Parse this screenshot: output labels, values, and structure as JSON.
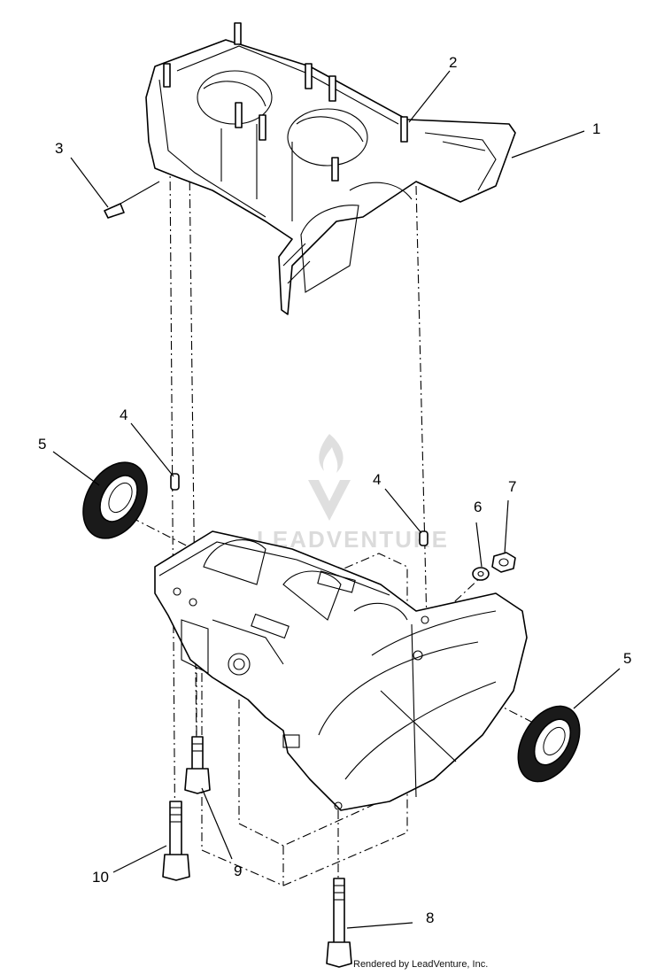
{
  "diagram": {
    "callouts": [
      {
        "id": "1",
        "label": "1"
      },
      {
        "id": "2",
        "label": "2"
      },
      {
        "id": "3",
        "label": "3"
      },
      {
        "id": "4a",
        "label": "4"
      },
      {
        "id": "4b",
        "label": "4"
      },
      {
        "id": "5a",
        "label": "5"
      },
      {
        "id": "5b",
        "label": "5"
      },
      {
        "id": "6",
        "label": "6"
      },
      {
        "id": "7",
        "label": "7"
      },
      {
        "id": "8",
        "label": "8"
      },
      {
        "id": "9",
        "label": "9"
      },
      {
        "id": "10",
        "label": "10"
      }
    ],
    "watermark": "LEADVENTURE",
    "footer": "Rendered by LeadVenture, Inc.",
    "colors": {
      "line": "#000000",
      "background": "#ffffff",
      "watermark": "#d8d8d8"
    }
  }
}
